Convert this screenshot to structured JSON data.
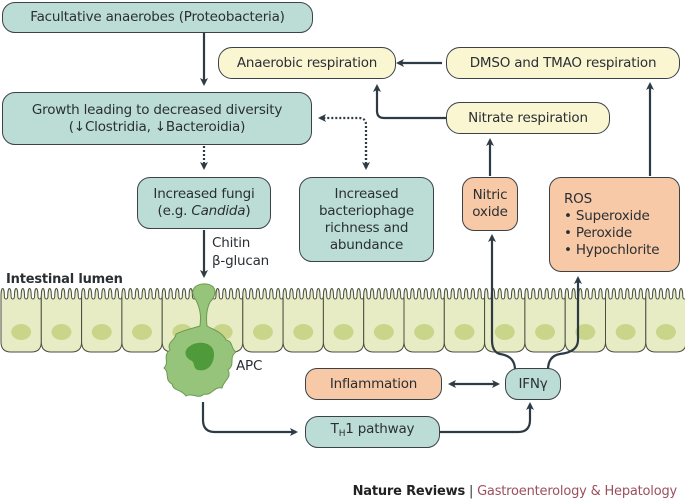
{
  "diagram": {
    "nodes": {
      "facultative": "Facultative anaerobes (Proteobacteria)",
      "growth_line1": "Growth leading to decreased diversity",
      "growth_line2": "(↓Clostridia, ↓Bacteroidia)",
      "anaerobic": "Anaerobic respiration",
      "dmso": "DMSO and TMAO respiration",
      "nitrate": "Nitrate respiration",
      "fungi_line1": "Increased fungi",
      "fungi_line2_prefix": "(e.g. ",
      "fungi_line2_italic": "Candida",
      "fungi_line2_suffix": ")",
      "phage_lines": [
        "Increased",
        "bacteriophage",
        "richness and",
        "abundance"
      ],
      "nitric_lines": [
        "Nitric",
        "oxide"
      ],
      "ros_title": "ROS",
      "ros_items": [
        "• Superoxide",
        "• Peroxide",
        "• Hypochlorite"
      ],
      "inflammation": "Inflammation",
      "ifng": "IFNγ",
      "th1_T": "T",
      "th1_sub": "H",
      "th1_rest": "1 pathway"
    },
    "labels": {
      "chitin": "Chitin",
      "glucan": "β-glucan",
      "lumen": "Intestinal lumen",
      "apc": "APC"
    },
    "colors": {
      "teal": "#bcddd5",
      "yellow": "#fbf6d2",
      "orange": "#f8c9a6",
      "cell": "#e7ecc4",
      "nucleus": "#c9d68a",
      "apc": "#8fbf6a",
      "arrow": "#2e3a44"
    }
  },
  "footer": {
    "brand": "Nature Reviews",
    "separator": " | ",
    "journal": "Gastroenterology & Hepatology"
  }
}
